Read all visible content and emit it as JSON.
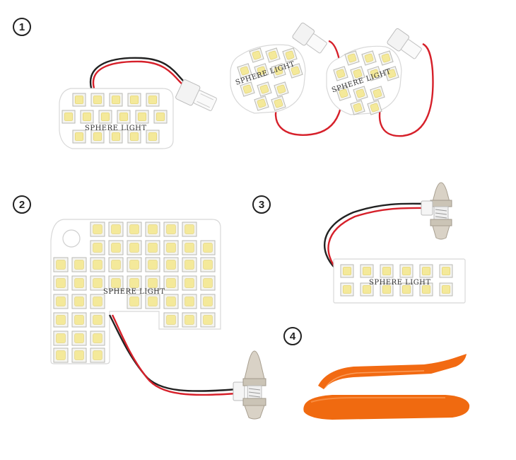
{
  "labels": {
    "item1": "1",
    "item2": "2",
    "item3": "3",
    "item4": "4"
  },
  "brand_text": "SPHERE LIGHT",
  "colors": {
    "background": "#ffffff",
    "board": "#ffffff",
    "led_chip": "#f4f4f0",
    "led_core": "#f4e99a",
    "wire_red": "#d6202a",
    "wire_black": "#222222",
    "tool_orange": "#f26a12"
  }
}
